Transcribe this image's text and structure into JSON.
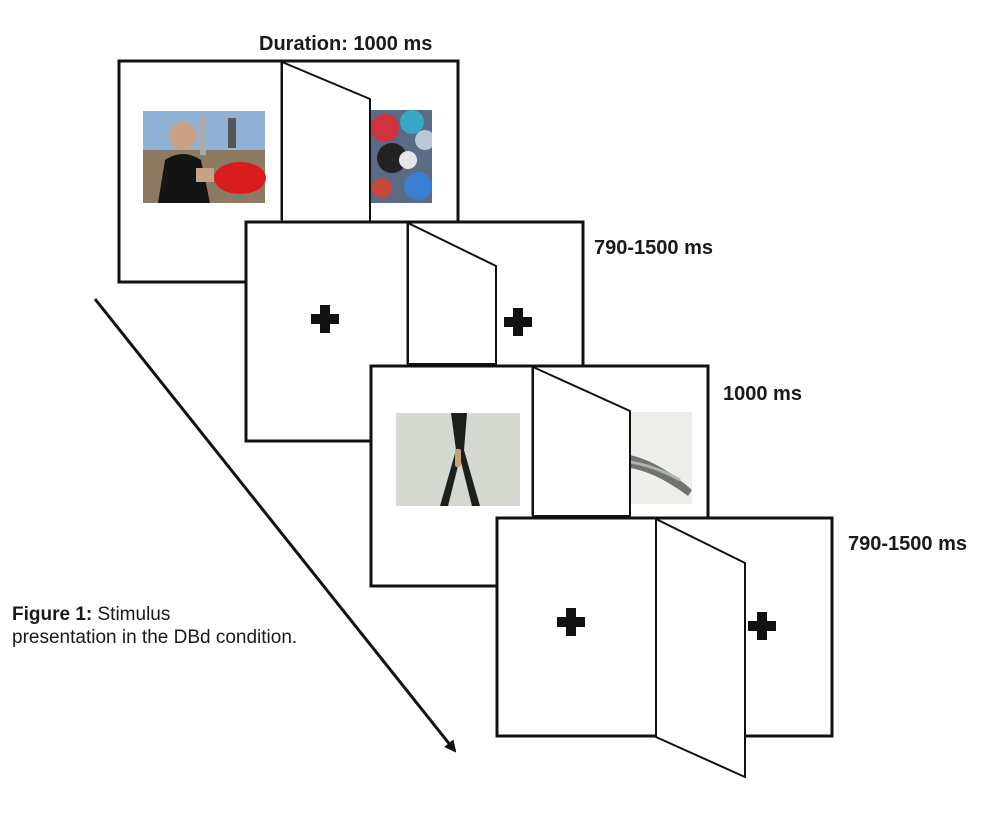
{
  "labels": {
    "duration_1": "Duration: 1000 ms",
    "duration_2": "790-1500 ms",
    "duration_3": "1000 ms",
    "duration_4": "790-1500 ms"
  },
  "caption": {
    "bold": "Figure 1:",
    "text_line1": " Stimulus",
    "text_line2": "presentation in the DBd condition."
  },
  "frames": [
    {
      "id": 1,
      "content": "image pair",
      "left_image": "man-with-boxing-glove-photo",
      "right_image": "colorful-toys-photo"
    },
    {
      "id": 2,
      "content": "fixation cross",
      "glyph": "✚"
    },
    {
      "id": 3,
      "content": "image pair",
      "left_image": "zipper-photo",
      "right_image": "metal-tool-photo"
    },
    {
      "id": 4,
      "content": "fixation cross",
      "glyph": "✚"
    }
  ],
  "colors": {
    "stroke": "#111111",
    "background": "#ffffff"
  }
}
